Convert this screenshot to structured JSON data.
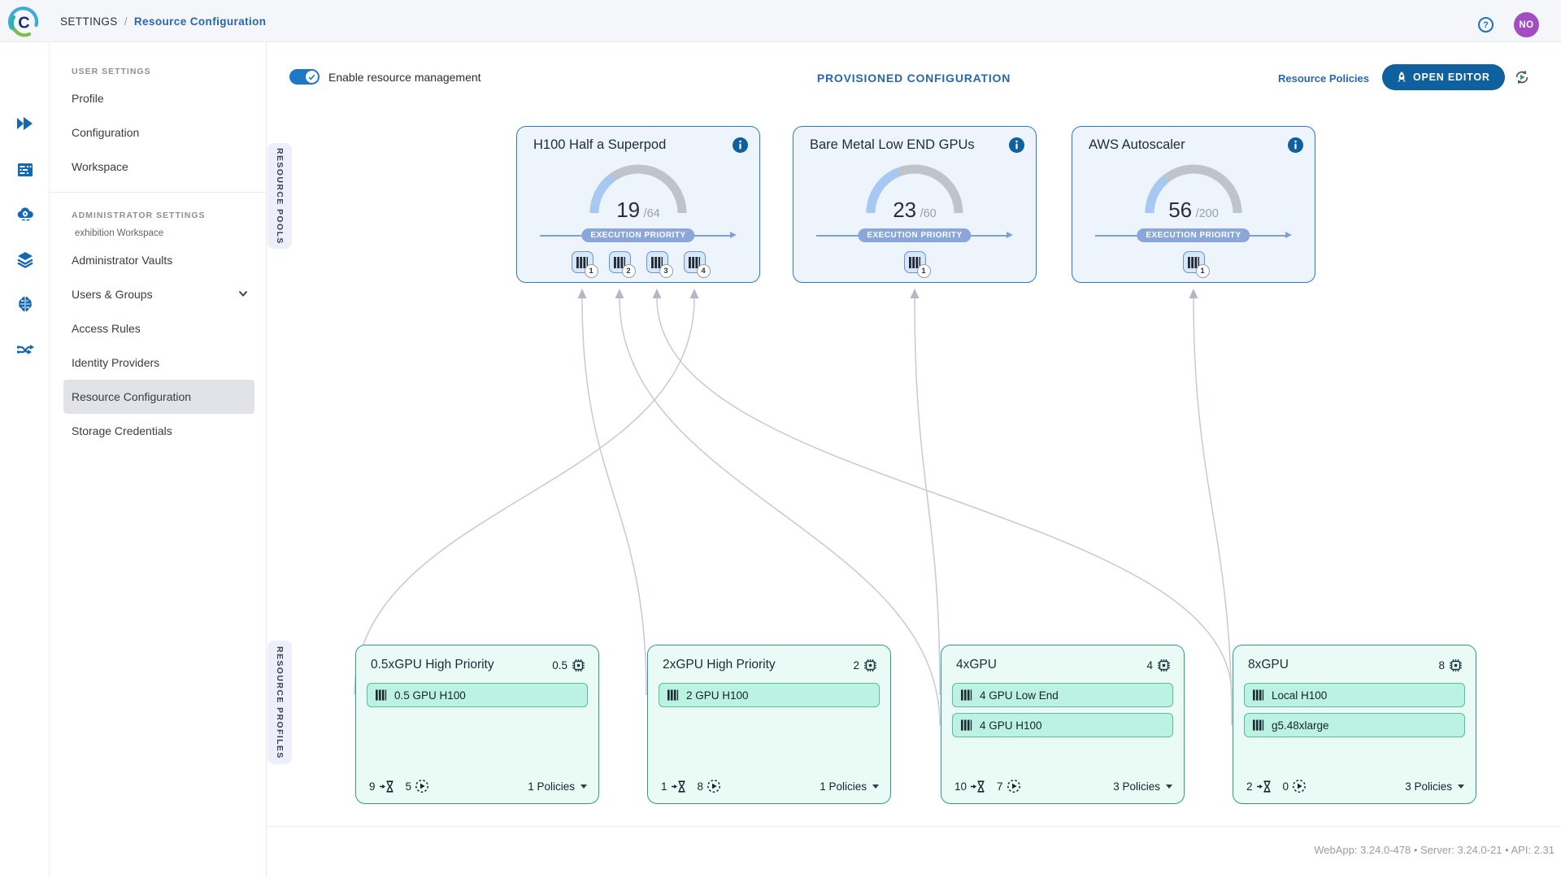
{
  "topbar": {
    "breadcrumb_root": "SETTINGS",
    "breadcrumb_sep": "/",
    "breadcrumb_current": "Resource Configuration",
    "help_glyph": "?",
    "avatar_initials": "NO"
  },
  "sidebar": {
    "sections": [
      {
        "header": "USER SETTINGS",
        "items": [
          {
            "label": "Profile"
          },
          {
            "label": "Configuration"
          },
          {
            "label": "Workspace"
          }
        ]
      },
      {
        "header": "ADMINISTRATOR SETTINGS",
        "subheader": "exhibition Workspace",
        "items": [
          {
            "label": "Administrator Vaults"
          },
          {
            "label": "Users & Groups",
            "expandable": true
          },
          {
            "label": "Access Rules"
          },
          {
            "label": "Identity Providers"
          },
          {
            "label": "Resource Configuration",
            "selected": true
          },
          {
            "label": "Storage Credentials"
          }
        ]
      }
    ]
  },
  "rail_icons": [
    "fast-forward-icon",
    "server-icon",
    "cloud-gear-icon",
    "layers-icon",
    "brain-icon",
    "pipeline-icon"
  ],
  "header": {
    "toggle_label": "Enable resource management",
    "toggle_on": true,
    "title": "PROVISIONED CONFIGURATION",
    "policies_link": "Resource Policies",
    "editor_button": "OPEN EDITOR"
  },
  "pools_tab_label": "RESOURCE POOLS",
  "profiles_tab_label": "RESOURCE PROFILES",
  "pools": [
    {
      "name": "H100 Half a Superpod",
      "used": 19,
      "total": 64,
      "priority_label": "EXECUTION PRIORITY",
      "slots": [
        1,
        2,
        3,
        4
      ]
    },
    {
      "name": "Bare Metal Low END GPUs",
      "used": 23,
      "total": 60,
      "priority_label": "EXECUTION PRIORITY",
      "slots": [
        1
      ]
    },
    {
      "name": "AWS Autoscaler",
      "used": 56,
      "total": 200,
      "priority_label": "EXECUTION PRIORITY",
      "slots": [
        1
      ]
    }
  ],
  "profiles": [
    {
      "name": "0.5xGPU High Priority",
      "gpu_count": "0.5",
      "tags": [
        "0.5 GPU H100"
      ],
      "queued": 9,
      "running": 5,
      "policies": "1 Policies"
    },
    {
      "name": "2xGPU High Priority",
      "gpu_count": "2",
      "tags": [
        "2 GPU H100"
      ],
      "queued": 1,
      "running": 8,
      "policies": "1 Policies"
    },
    {
      "name": "4xGPU",
      "gpu_count": "4",
      "tags": [
        "4 GPU Low End",
        "4 GPU H100"
      ],
      "queued": 10,
      "running": 7,
      "policies": "3 Policies"
    },
    {
      "name": "8xGPU",
      "gpu_count": "8",
      "tags": [
        "Local H100",
        "g5.48xlarge"
      ],
      "queued": 2,
      "running": 0,
      "policies": "3 Policies"
    }
  ],
  "connections": [
    {
      "pool": 0,
      "chip": 0,
      "profile": 1,
      "tag": 0
    },
    {
      "pool": 0,
      "chip": 1,
      "profile": 2,
      "tag": 1
    },
    {
      "pool": 0,
      "chip": 2,
      "profile": 3,
      "tag": 0
    },
    {
      "pool": 0,
      "chip": 3,
      "profile": 0,
      "tag": 0
    },
    {
      "pool": 1,
      "chip": 0,
      "profile": 2,
      "tag": 0
    },
    {
      "pool": 2,
      "chip": 0,
      "profile": 3,
      "tag": 1
    }
  ],
  "footer": {
    "version_text": "WebApp: 3.24.0-478 • Server: 3.24.0-21 • API: 2.31"
  },
  "colors": {
    "accent_blue": "#2767b1",
    "pool_border": "#3079c2",
    "pool_bg": "#edf4fc",
    "chip_bg": "#d9e7fa",
    "chip_border": "#6295d6",
    "gauge_track": "#bfc3ca",
    "gauge_fill": "#a6c8f2",
    "prio_pill": "#8aa6db",
    "prio_line": "#7ba0dc",
    "profile_border": "#2f9c8b",
    "profile_bg": "#eafaf5",
    "tag_bg": "#bcf2e2",
    "tag_border": "#58bba4",
    "connector": "#c6c9d6",
    "arrow": "#b4b8c6",
    "button_bg": "#0f609e",
    "avatar_bg": "#a04ec1",
    "footer_text": "#9a9ba6",
    "sidebar_selected": "#e2e3e9",
    "rail_icon": "#1268b3",
    "topbar_bg": "#f5f6fa"
  }
}
